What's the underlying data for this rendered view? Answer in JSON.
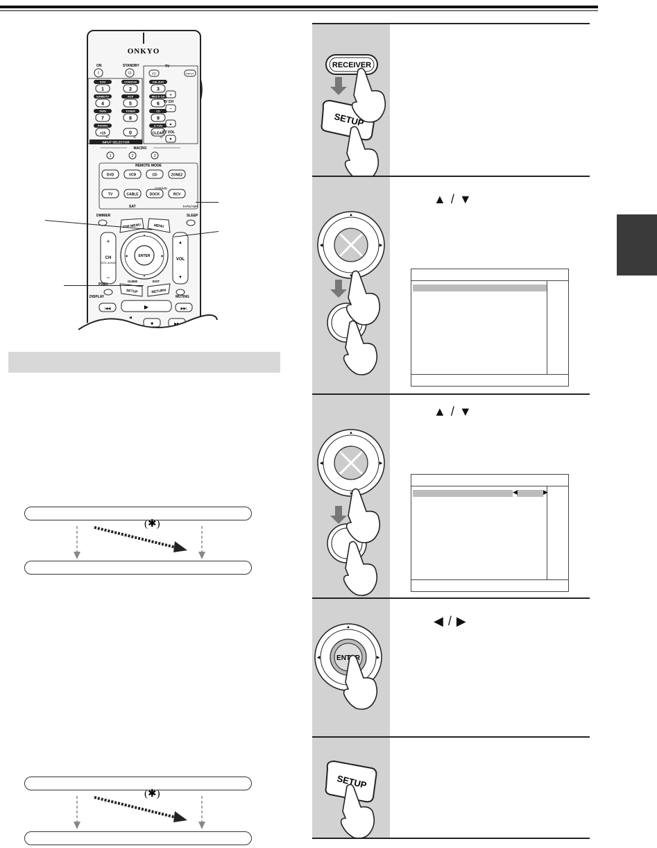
{
  "remote": {
    "brand": "ONKYO",
    "top": {
      "on": "ON",
      "on_sym": "I",
      "standby": "STANDBY",
      "tv": "TV",
      "io": "I/O",
      "input": "INPUT"
    },
    "selector_rows": [
      {
        "labels": [
          "DVD",
          "VCR/DVR",
          "CBL/SAT"
        ],
        "keys": [
          "1",
          "2",
          "3"
        ]
      },
      {
        "labels": [
          "GAME/TV",
          "AUX",
          "MULTI CH"
        ],
        "keys": [
          "4",
          "5",
          "6"
        ]
      },
      {
        "labels": [
          "TAPE",
          "TUNER",
          "CD"
        ],
        "keys": [
          "7",
          "8",
          "9"
        ]
      },
      {
        "labels": [
          "PHONO",
          "",
          "D.TUN"
        ],
        "keys": [
          "+10",
          "0",
          "CLEAR"
        ]
      }
    ],
    "tv_ch": "TV CH",
    "tv_vol": "TV VOL",
    "numbers_under": [
      "10",
      "11",
      "12"
    ],
    "input_selector": "INPUT SELECTOR",
    "macro": "MACRO",
    "macro_keys": [
      "1",
      "2",
      "3"
    ],
    "remote_mode": "REMOTE MODE",
    "mode_row1": [
      "DVD",
      "VCR",
      "CD",
      "ZONE2"
    ],
    "mode_row2": [
      "TV",
      "CABLE",
      "DOCK",
      "RCV"
    ],
    "cdr_md": "CDR/MD",
    "sat": "SAT",
    "tape_amp": "TAPE/AMP",
    "dimmer": "DIMMER",
    "sleep": "SLEEP",
    "top_menu": "TOP MENU",
    "menu": "MENU",
    "enter": "ENTER",
    "ch": "CH",
    "disc_album": "DISC/ ALBUM",
    "vol": "VOL",
    "guide": "GUIDE",
    "exit": "EXIT",
    "prev": "PREV",
    "setup": "SETUP",
    "return": "RETURN",
    "display": "DISPLAY",
    "muting": "MUTING",
    "transport": [
      "|◀◀",
      "▶",
      "▶▶|",
      "■",
      "▶▶"
    ]
  },
  "flow_note": "(✱)",
  "steps": [
    {
      "buttons": [
        "RECEIVER",
        "SETUP"
      ]
    },
    {
      "arrows": [
        "▲",
        "/",
        "▼"
      ]
    },
    {
      "arrows": [
        "▲",
        "/",
        "▼"
      ],
      "osd_values": [
        "◀",
        "▶"
      ]
    },
    {
      "arrows": [
        "◀",
        "/",
        "▶"
      ],
      "buttons": [
        "ENTER"
      ]
    },
    {
      "buttons": [
        "SETUP"
      ]
    }
  ]
}
